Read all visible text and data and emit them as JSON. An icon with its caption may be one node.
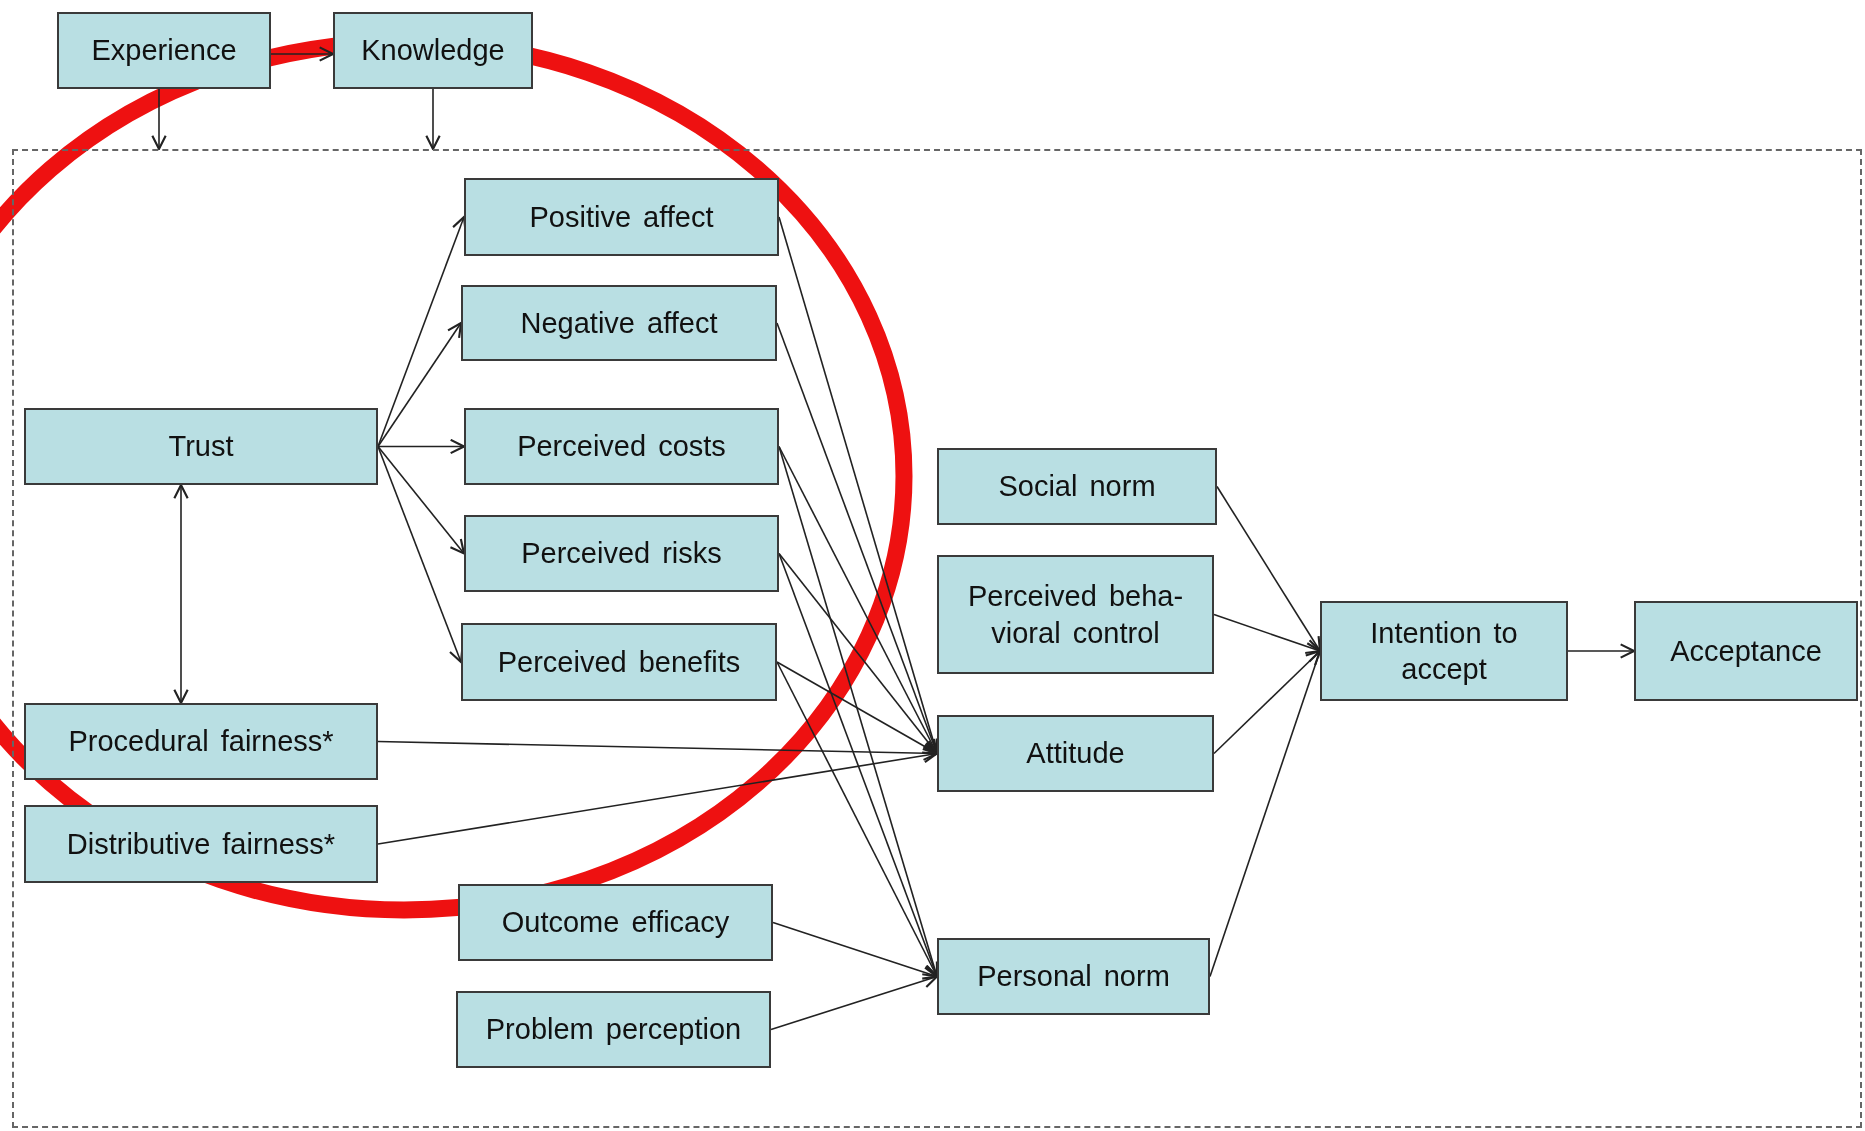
{
  "diagram": {
    "nodes": [
      {
        "text": [
          "Experience"
        ]
      },
      {
        "text": [
          "Knowledge"
        ]
      },
      {
        "text": [],
        "shape": "box"
      },
      {
        "text": [
          "Positive affect"
        ],
        "in": 2
      },
      {
        "text": [
          "Negative affect"
        ],
        "in": 2
      },
      {
        "text": [
          "Trust"
        ],
        "in": 2
      },
      {
        "text": [
          "Perceived costs"
        ],
        "in": 2
      },
      {
        "text": [
          "Perceived risks"
        ],
        "in": 2
      },
      {
        "text": [
          "Perceived benefits"
        ],
        "in": 2
      },
      {
        "text": [
          "Procedural fairness*"
        ],
        "in": 2
      },
      {
        "text": [
          "Distributive fairness*"
        ],
        "in": 2
      },
      {
        "text": [
          "Outcome efficacy"
        ],
        "in": 2
      },
      {
        "text": [
          "Problem perception"
        ],
        "in": 2
      },
      {
        "text": [
          "Social norm"
        ],
        "in": 2
      },
      {
        "text": [
          "Perceived beha- vioral control"
        ],
        "in": 2
      },
      {
        "text": [
          "Attitude"
        ],
        "in": 2
      },
      {
        "text": [
          "Personal norm"
        ],
        "in": 2
      },
      {
        "text": [
          "Intention to accept"
        ],
        "in": 2
      },
      {
        "text": [
          "Acceptance"
        ],
        "in": 2
      }
    ],
    "edges": [
      {
        "from": 0,
        "to": 1,
        "arrow": "to"
      },
      {
        "from": 0,
        "to": 2,
        "arrow": "to"
      },
      {
        "from": 1,
        "to": 2,
        "arrow": "to"
      },
      {
        "from": 5,
        "to": 3,
        "arrow": "to"
      },
      {
        "from": 5,
        "to": 4,
        "arrow": "to"
      },
      {
        "from": 5,
        "to": 6,
        "arrow": "to"
      },
      {
        "from": 5,
        "to": 7,
        "arrow": "to"
      },
      {
        "from": 5,
        "to": 8,
        "arrow": "to"
      },
      {
        "from": 5,
        "to": 9,
        "arrow": "both"
      },
      {
        "from": 3,
        "to": 15,
        "arrow": "to"
      },
      {
        "from": 4,
        "to": 15,
        "arrow": "to"
      },
      {
        "from": 6,
        "to": 15,
        "arrow": "to"
      },
      {
        "from": 7,
        "to": 15,
        "arrow": "to"
      },
      {
        "from": 8,
        "to": 15,
        "arrow": "to"
      },
      {
        "from": 9,
        "to": 15,
        "arrow": "to"
      },
      {
        "from": 10,
        "to": 15,
        "arrow": "to"
      },
      {
        "from": 6,
        "to": 16,
        "arrow": "to"
      },
      {
        "from": 7,
        "to": 16,
        "arrow": "to"
      },
      {
        "from": 8,
        "to": 16,
        "arrow": "to"
      },
      {
        "from": 11,
        "to": 16,
        "arrow": "to"
      },
      {
        "from": 12,
        "to": 16,
        "arrow": "to"
      },
      {
        "from": 13,
        "to": 17,
        "arrow": "to"
      },
      {
        "from": 14,
        "to": 17,
        "arrow": "to"
      },
      {
        "from": 15,
        "to": 17,
        "arrow": "to"
      },
      {
        "from": 16,
        "to": 17,
        "arrow": "to"
      },
      {
        "from": 17,
        "to": 18,
        "arrow": "to"
      }
    ]
  }
}
